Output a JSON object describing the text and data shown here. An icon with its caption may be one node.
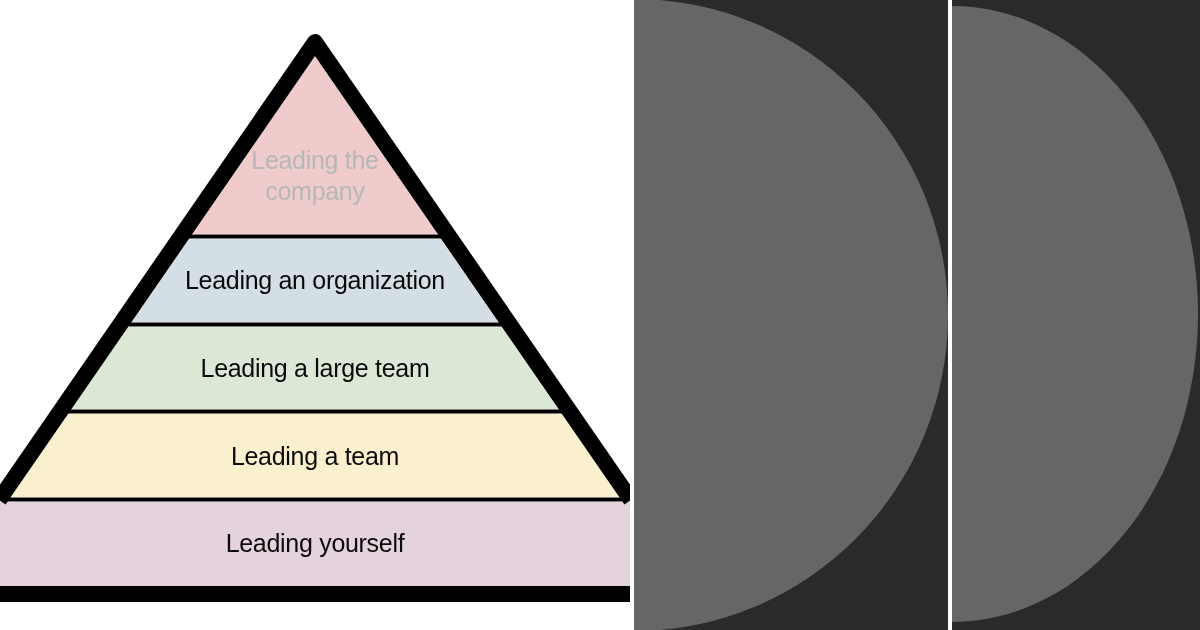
{
  "diagram": {
    "nodes": [
      {
        "text": [
          "Leading the company"
        ]
      },
      {
        "text": [
          "Leading an organization"
        ]
      },
      {
        "text": [
          "Leading a large team"
        ]
      },
      {
        "text": [
          "Leading a team"
        ]
      },
      {
        "text": [
          "Leading yourself"
        ]
      }
    ]
  }
}
